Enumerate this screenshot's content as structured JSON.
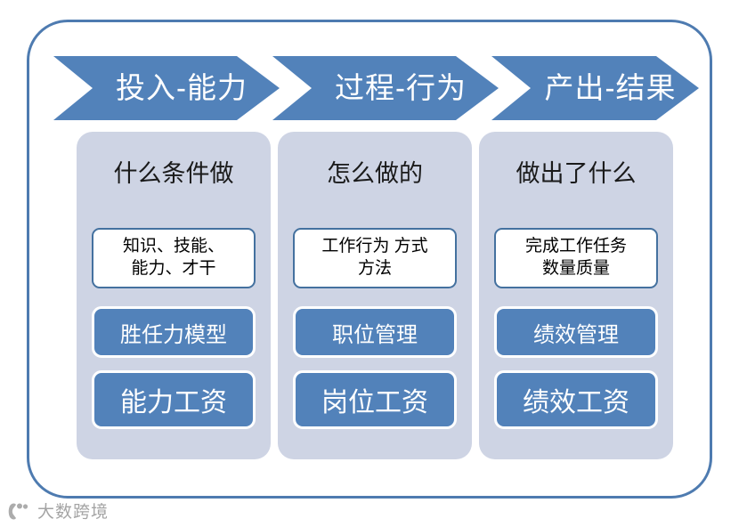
{
  "frame": {
    "border_color": "#4E7BB0",
    "background": "#ffffff"
  },
  "palette": {
    "chevron_blue": "#5282BA",
    "panel_gray": "#CED4E4",
    "card_border_blue": "#44719F",
    "card_white": "#ffffff",
    "text_dark": "#1a1a1a",
    "text_white": "#ffffff"
  },
  "chevrons": [
    {
      "label": "投入-能力"
    },
    {
      "label": "过程-行为"
    },
    {
      "label": "产出-结果"
    }
  ],
  "columns": [
    {
      "heading": "什么条件做",
      "white_card": "知识、技能、\n能力、才干",
      "mid_card": "胜任力模型",
      "bottom_card": "能力工资"
    },
    {
      "heading": "怎么做的",
      "white_card": "工作行为 方式\n方法",
      "mid_card": "职位管理",
      "bottom_card": "岗位工资"
    },
    {
      "heading": "做出了什么",
      "white_card": "完成工作任务\n数量质量",
      "mid_card": "绩效管理",
      "bottom_card": "绩效工资"
    }
  ],
  "watermark": {
    "text": "大数跨境",
    "logo_icon": "paw-logo-icon"
  }
}
